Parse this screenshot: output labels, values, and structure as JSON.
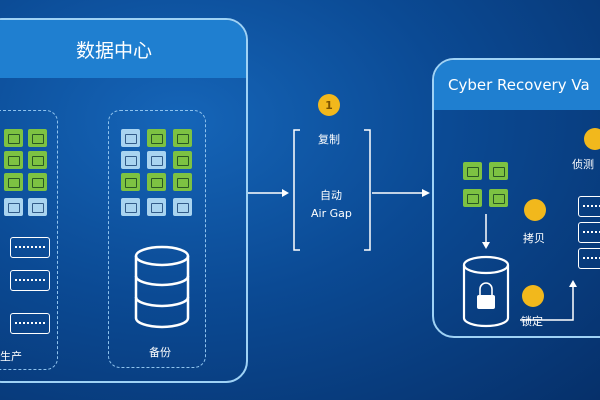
{
  "data_center": {
    "title": "数据中心",
    "production_label": "生产",
    "backup_label": "备份"
  },
  "vault": {
    "title": "Cyber Recovery Va"
  },
  "flow": {
    "step1_number": "1",
    "step1_label": "复制",
    "airgap_line1": "自动",
    "airgap_line2": "Air Gap",
    "copy_label": "拷贝",
    "lock_label": "锁定",
    "detect_label": "侦测"
  },
  "colors": {
    "background": "#0b4a94",
    "panel_header": "#1f7fd0",
    "panel_border": "#9fd2f5",
    "green_block": "#7dc242",
    "blue_block": "#a9d4f0",
    "step_badge": "#f2b81c"
  }
}
